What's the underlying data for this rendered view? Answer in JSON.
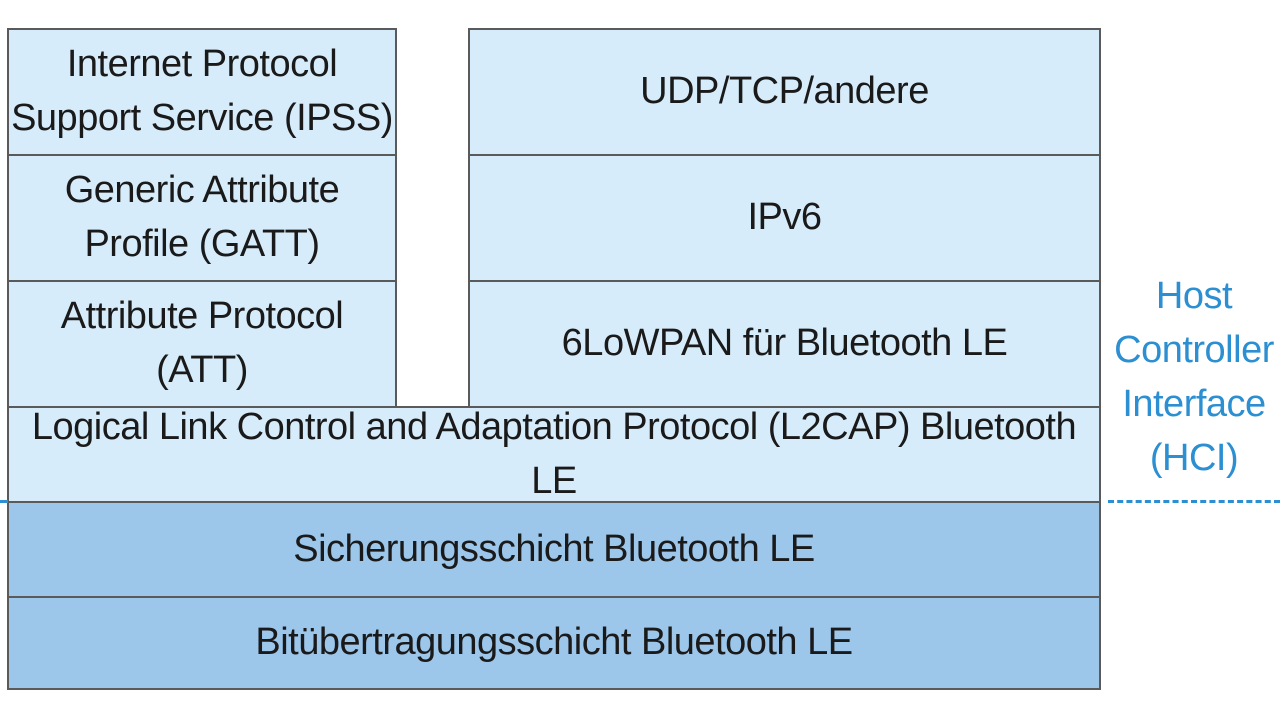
{
  "diagram": {
    "left_column": [
      {
        "lines": [
          "Internet Protocol",
          "Support Service (IPSS)"
        ]
      },
      {
        "lines": [
          "Generic Attribute",
          "Profile (GATT)"
        ]
      },
      {
        "lines": [
          "Attribute Protocol",
          "(ATT)"
        ]
      }
    ],
    "right_column": [
      {
        "lines": [
          "UDP/TCP/andere"
        ]
      },
      {
        "lines": [
          "IPv6"
        ]
      },
      {
        "lines": [
          "6LoWPAN für Bluetooth LE"
        ]
      }
    ],
    "l2cap": "Logical Link Control and Adaptation Protocol (L2CAP) Bluetooth LE",
    "sicherung": "Sicherungsschicht Bluetooth LE",
    "bituebertragung": "Bitübertragungsschicht Bluetooth LE",
    "hci": {
      "lines": [
        "Host",
        "Controller",
        "Interface",
        "(HCI)"
      ]
    }
  },
  "colors": {
    "light_layer": "#d7ecfa",
    "dark_layer": "#9cc6ea",
    "border": "#5a5a5a",
    "hci_accent": "#2b8fd1"
  }
}
